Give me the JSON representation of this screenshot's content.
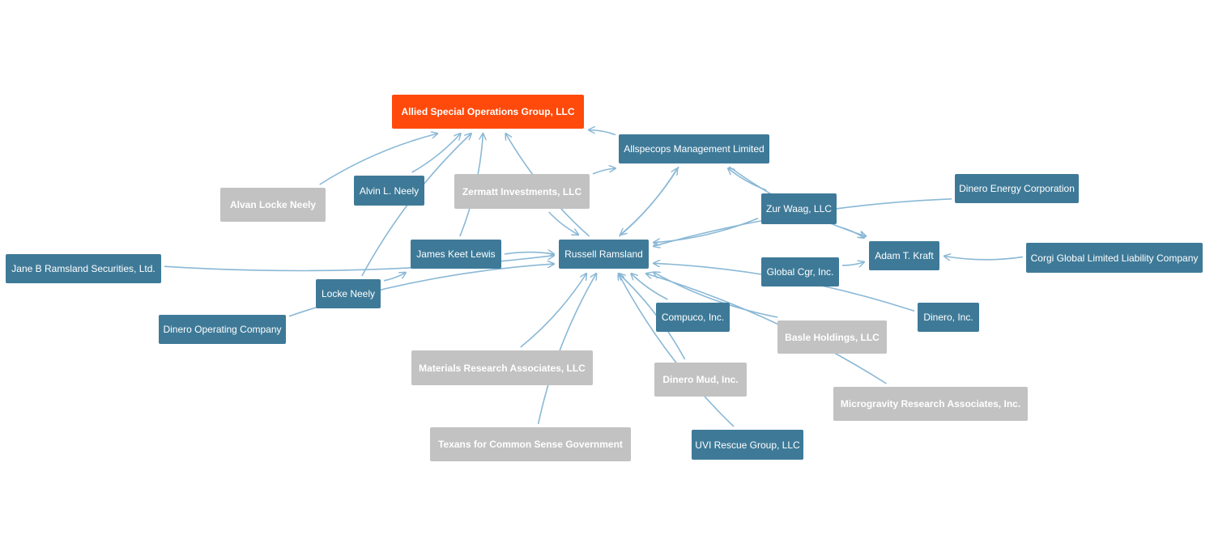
{
  "colors": {
    "entity": "#3e7a98",
    "inactive": "#c2c2c2",
    "focus": "#ff4a0b",
    "edge": "#8ab8d6"
  },
  "nodes": [
    {
      "id": "aso",
      "label": "Allied Special Operations Group, LLC",
      "kind": "focus"
    },
    {
      "id": "aml",
      "label": "Allspecops Management Limited",
      "kind": "entity"
    },
    {
      "id": "dec",
      "label": "Dinero Energy Corporation",
      "kind": "entity"
    },
    {
      "id": "aln",
      "label": "Alvan Locke Neely",
      "kind": "inactive"
    },
    {
      "id": "alvin",
      "label": "Alvin L. Neely",
      "kind": "entity"
    },
    {
      "id": "zermatt",
      "label": "Zermatt Investments, LLC",
      "kind": "inactive"
    },
    {
      "id": "zur",
      "label": "Zur Waag, LLC",
      "kind": "entity"
    },
    {
      "id": "jbr",
      "label": "Jane B Ramsland Securities, Ltd.",
      "kind": "entity"
    },
    {
      "id": "jkl",
      "label": "James Keet Lewis",
      "kind": "entity"
    },
    {
      "id": "rr",
      "label": "Russell Ramsland",
      "kind": "entity"
    },
    {
      "id": "atk",
      "label": "Adam T. Kraft",
      "kind": "entity"
    },
    {
      "id": "corgi",
      "label": "Corgi Global Limited Liability Company",
      "kind": "entity"
    },
    {
      "id": "gcgr",
      "label": "Global Cgr, Inc.",
      "kind": "entity"
    },
    {
      "id": "locke",
      "label": "Locke Neely",
      "kind": "entity"
    },
    {
      "id": "doc",
      "label": "Dinero Operating Company",
      "kind": "entity"
    },
    {
      "id": "compuco",
      "label": "Compuco, Inc.",
      "kind": "entity"
    },
    {
      "id": "dinero",
      "label": "Dinero, Inc.",
      "kind": "entity"
    },
    {
      "id": "basle",
      "label": "Basle Holdings, LLC",
      "kind": "inactive"
    },
    {
      "id": "mra",
      "label": "Materials Research Associates, LLC",
      "kind": "inactive"
    },
    {
      "id": "mud",
      "label": "Dinero Mud, Inc.",
      "kind": "inactive"
    },
    {
      "id": "micro",
      "label": "Microgravity Research Associates, Inc.",
      "kind": "inactive"
    },
    {
      "id": "texans",
      "label": "Texans for Common Sense Government",
      "kind": "inactive"
    },
    {
      "id": "uvrescue",
      "label": "UVI Rescue Group, LLC",
      "kind": "entity"
    }
  ],
  "edges": [
    {
      "from": "aln",
      "to": "aso"
    },
    {
      "from": "alvin",
      "to": "aso"
    },
    {
      "from": "locke",
      "to": "aso"
    },
    {
      "from": "jkl",
      "to": "aso"
    },
    {
      "from": "rr",
      "to": "aso"
    },
    {
      "from": "aml",
      "to": "aso"
    },
    {
      "from": "zermatt",
      "to": "aml"
    },
    {
      "from": "rr",
      "to": "aml"
    },
    {
      "from": "aml",
      "to": "rr"
    },
    {
      "from": "zermatt",
      "to": "rr"
    },
    {
      "from": "zur",
      "to": "aml"
    },
    {
      "from": "jbr",
      "to": "rr"
    },
    {
      "from": "jkl",
      "to": "rr"
    },
    {
      "from": "locke",
      "to": "jkl"
    },
    {
      "from": "doc",
      "to": "rr"
    },
    {
      "from": "mra",
      "to": "rr"
    },
    {
      "from": "texans",
      "to": "rr"
    },
    {
      "from": "dec",
      "to": "rr"
    },
    {
      "from": "zur",
      "to": "rr"
    },
    {
      "from": "aml",
      "to": "atk"
    },
    {
      "from": "zur",
      "to": "atk"
    },
    {
      "from": "gcgr",
      "to": "atk"
    },
    {
      "from": "corgi",
      "to": "atk"
    },
    {
      "from": "dinero",
      "to": "rr"
    },
    {
      "from": "basle",
      "to": "rr"
    },
    {
      "from": "micro",
      "to": "rr"
    },
    {
      "from": "compuco",
      "to": "rr"
    },
    {
      "from": "mud",
      "to": "rr"
    },
    {
      "from": "uvrescue",
      "to": "rr"
    }
  ]
}
